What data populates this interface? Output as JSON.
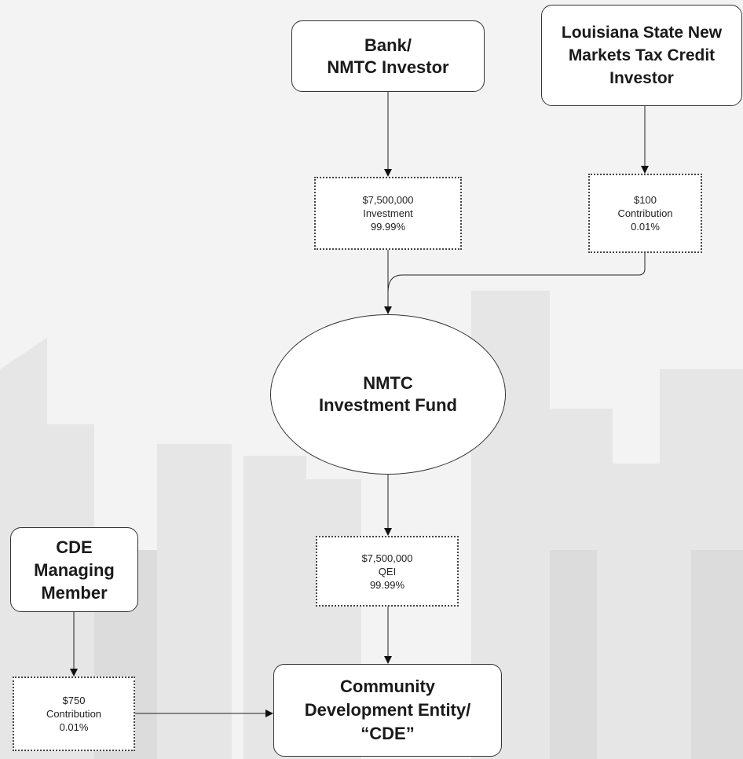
{
  "nodes": {
    "bank_investor": {
      "lines": [
        "Bank/",
        "NMTC Investor"
      ]
    },
    "louisiana_investor": {
      "lines": [
        "Louisiana State New",
        "Markets Tax Credit",
        "Investor"
      ]
    },
    "investment_note": {
      "lines": [
        "$7,500,000",
        "Investment",
        "99.99%"
      ]
    },
    "contribution_note_state": {
      "lines": [
        "$100",
        "Contribution",
        "0.01%"
      ]
    },
    "investment_fund": {
      "lines": [
        "NMTC",
        "Investment Fund"
      ]
    },
    "qei_note": {
      "lines": [
        "$7,500,000",
        "QEI",
        "99.99%"
      ]
    },
    "cde_managing_member": {
      "lines": [
        "CDE",
        "Managing",
        "Member"
      ]
    },
    "contribution_note_member": {
      "lines": [
        "$750",
        "Contribution",
        "0.01%"
      ]
    },
    "cde": {
      "lines": [
        "Community",
        "Development Entity/",
        "“CDE”"
      ]
    }
  },
  "colors": {
    "background": "#f3f3f3",
    "skyline": "#e6e6e6",
    "box_fill": "#ffffff",
    "stroke": "#333333"
  }
}
